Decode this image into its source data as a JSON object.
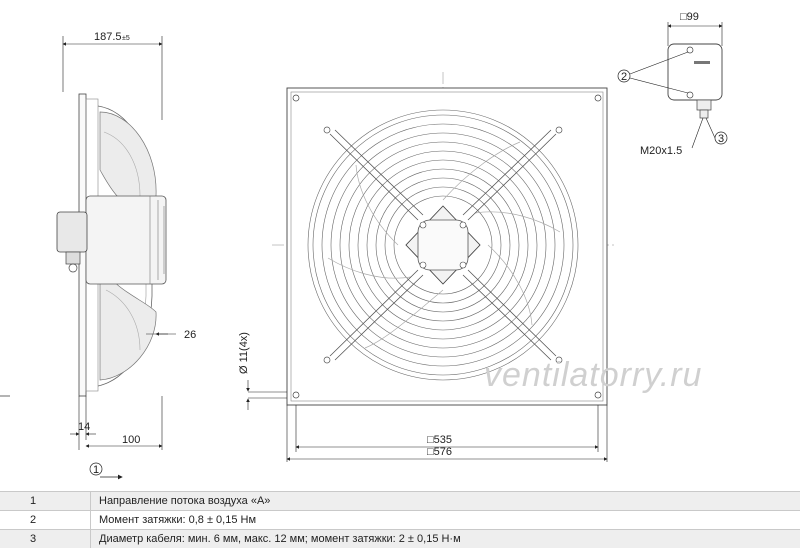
{
  "side_view": {
    "dim_width": "187.5",
    "dim_width_tol": "±5",
    "dim_26": "26",
    "dim_14": "14",
    "dim_100": "100",
    "callout_1": "1"
  },
  "front_view": {
    "dim_hole": "Ø 11(4x)",
    "dim_535": "□535",
    "dim_576": "□576"
  },
  "terminal_box": {
    "dim_99": "□99",
    "callout_2": "2",
    "callout_3": "3",
    "gland_label": "M20x1.5"
  },
  "watermark": "ventilatorry.ru",
  "legend": [
    {
      "num": "1",
      "text": "Направление потока воздуха «A»"
    },
    {
      "num": "2",
      "text": "Момент затяжки: 0,8 ± 0,15 Нм"
    },
    {
      "num": "3",
      "text": "Диаметр кабеля: мин. 6 мм, макс. 12 мм; момент затяжки: 2 ± 0,15 Н·м"
    }
  ]
}
